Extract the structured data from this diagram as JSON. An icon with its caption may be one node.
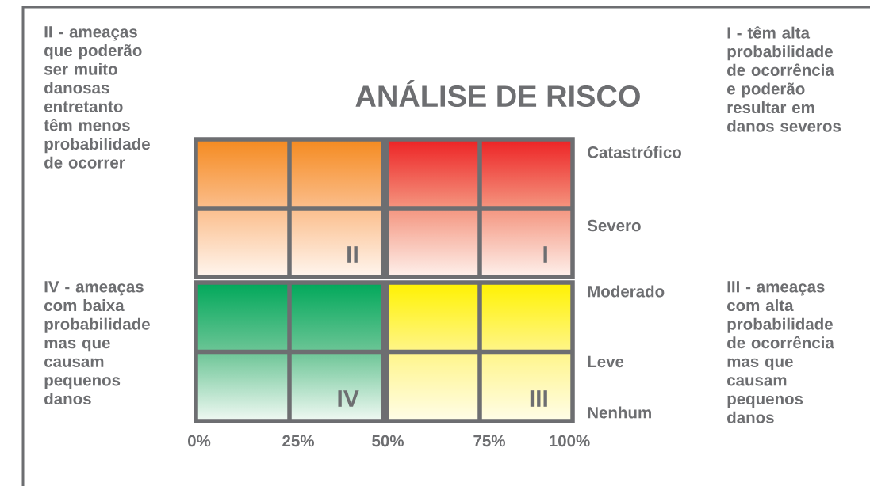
{
  "diagram": {
    "title": "ANÁLISE DE RISCO",
    "nodes": [
      {
        "text": [
          "II"
        ]
      },
      {
        "text": [
          "I"
        ]
      },
      {
        "text": [
          "IV"
        ]
      },
      {
        "text": [
          "III"
        ]
      }
    ],
    "labels": [
      "II - ameaças que poderão ser muito danosas entretanto têm menos probabilidade de ocorrer",
      "I - têm alta probabilidade de ocorrência e poderão resultar em danos severos",
      "Catastrófico",
      "Severo",
      "IV - ameaças com baixa probabilidade mas que causam pequenos danos",
      "Moderado",
      "III - ameaças com alta probabilidade de ocorrência mas que causam pequenos danos",
      "Leve",
      "Nenhum",
      "0%",
      "25%",
      "50%",
      "75%",
      "100%"
    ]
  }
}
